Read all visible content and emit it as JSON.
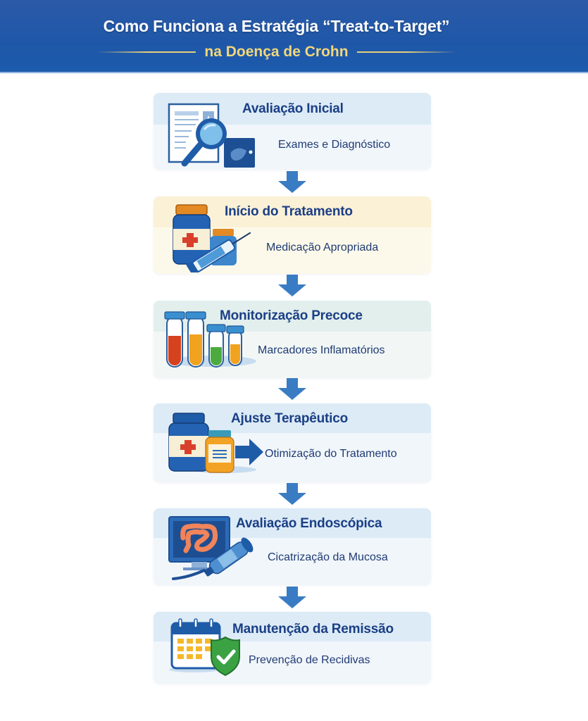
{
  "header": {
    "title": "Como Funciona a Estratégia “Treat-to-Target”",
    "subtitle": "na Doença de Crohn",
    "background_color": "#1f57a8",
    "title_color": "#ffffff",
    "subtitle_color": "#f2d77a"
  },
  "steps": [
    {
      "title": "Avaliação Inicial",
      "description": "Exames e Diagnóstico",
      "icon": "document-magnifier-ultrasound-icon",
      "theme": "blue"
    },
    {
      "title": "Início do Tratamento",
      "description": "Medicação Apropriada",
      "icon": "medicine-bottles-syringe-icon",
      "theme": "yellow"
    },
    {
      "title": "Monitorização Precoce",
      "description": "Marcadores Inflamatórios",
      "icon": "test-tubes-icon",
      "theme": "green"
    },
    {
      "title": "Ajuste Terapêutico",
      "description": "Otimização do Tratamento",
      "icon": "medicine-bottles-arrow-icon",
      "theme": "blue"
    },
    {
      "title": "Avaliação Endoscópica",
      "description": "Cicatrização da Mucosa",
      "icon": "monitor-colon-endoscope-icon",
      "theme": "blue"
    },
    {
      "title": "Manutenção da Remissão",
      "description": "Prevenção de Recidivas",
      "icon": "calendar-shield-check-icon",
      "theme": "blue"
    }
  ],
  "colors": {
    "title_text": "#1b3f86",
    "arrow": "#3a7cc4",
    "card_blue_header": "#dcebf6",
    "card_yellow_header": "#fbf1d6",
    "card_green_header": "#e3efec"
  }
}
